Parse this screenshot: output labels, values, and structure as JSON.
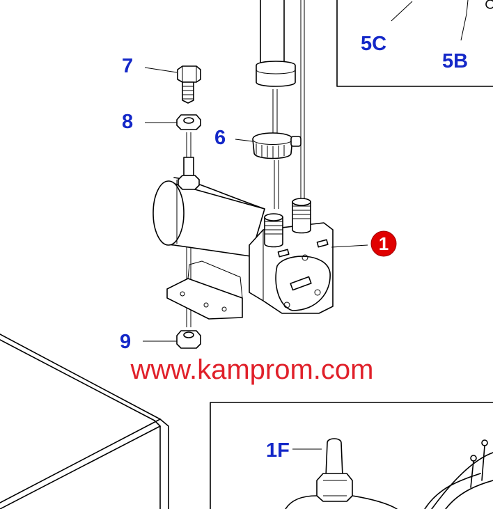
{
  "labels": {
    "l7": "7",
    "l8": "8",
    "l6": "6",
    "l9": "9",
    "l5c": "5C",
    "l5b": "5B",
    "l1f": "1F"
  },
  "badge": "1",
  "watermark": "www.kamprom.com",
  "colors": {
    "label": "#1428c8",
    "badge": "#e00000",
    "watermark": "#e0202a"
  }
}
